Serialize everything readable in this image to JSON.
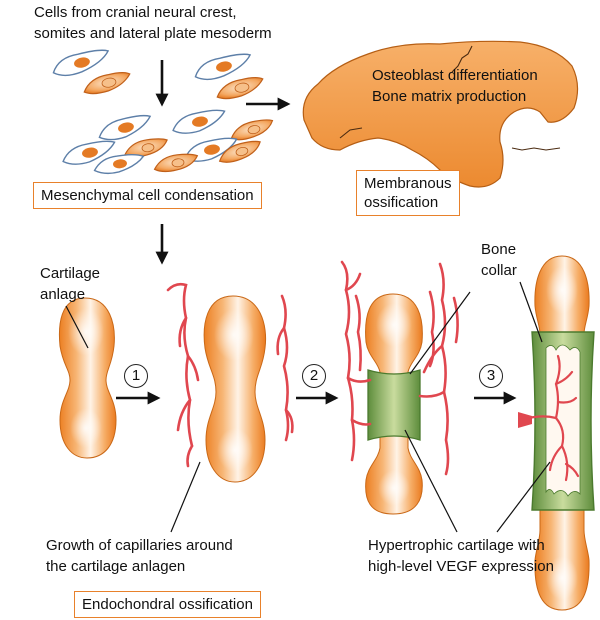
{
  "top": {
    "source_line1": "Cells from cranial neural crest,",
    "source_line2": "somites and lateral plate mesoderm",
    "condensation": "Mesenchymal cell condensation",
    "bone_line1": "Osteoblast differentiation",
    "bone_line2": "Bone matrix production",
    "membranous_line1": "Membranous",
    "membranous_line2": "ossification"
  },
  "bottom": {
    "cartilage_line1": "Cartilage",
    "cartilage_line2": "anlage",
    "bone_collar_line1": "Bone",
    "bone_collar_line2": "collar",
    "step1": "1",
    "step2": "2",
    "step3": "3",
    "capillaries_line1": "Growth of capillaries around",
    "capillaries_line2": "the cartilage anlagen",
    "hypertrophic_line1": "Hypertrophic cartilage with",
    "hypertrophic_line2": "high-level VEGF expression",
    "endochondral": "Endochondral ossification"
  },
  "colors": {
    "cartilage": "#f08a2c",
    "vessel": "#e0474f",
    "collar": "#7fb05a",
    "box_border": "#e8812b"
  }
}
